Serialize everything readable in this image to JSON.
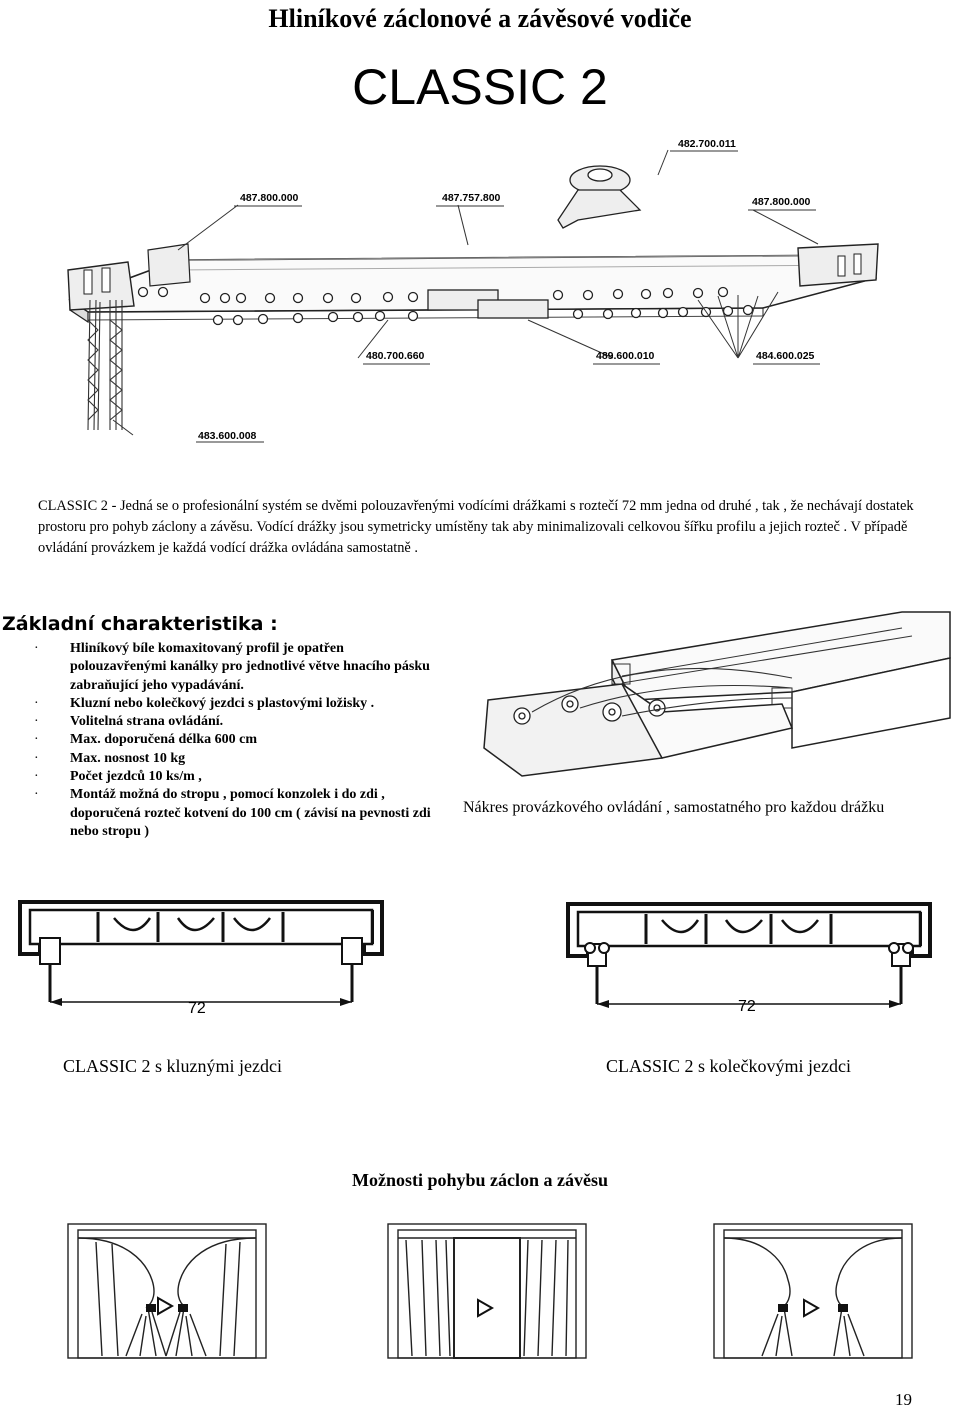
{
  "header": {
    "title": "Hliníkové záclonové a závěsové vodiče",
    "subtitle": "CLASSIC 2"
  },
  "assembly": {
    "part_numbers": [
      "482.700.011",
      "487.800.000",
      "487.757.800",
      "487.800.000",
      "480.700.660",
      "489.600.010",
      "484.600.025",
      "483.600.008"
    ]
  },
  "intro": {
    "text": "CLASSIC 2 - Jedná se o profesionální systém se dvěmi polouzavřenými vodícími drážkami s roztečí 72 mm jedna od druhé , tak , že nechávají dostatek prostoru pro pohyb záclony a závěsu. Vodící drážky jsou symetricky umístěny tak aby minimalizovali celkovou šířku profilu a jejich rozteč . V případě ovládání provázkem je každá vodící drážka ovládána samostatně ."
  },
  "specs": {
    "heading": "Základní charakteristika :",
    "items": [
      "Hliníkový bíle komaxitovaný profil je opatřen polouzavřenými kanálky pro jednotlivé větve hnacího pásku zabraňující jeho vypadávání.",
      "Kluzní nebo kolečkový jezdci s plastovými ložisky .",
      "Volitelná strana ovládání.",
      "Max. doporučená délka 600 cm",
      "Max. nosnost 10 kg",
      "Počet jezdců 10 ks/m ,",
      "Montáž možná do stropu , pomocí konzolek i do zdi , doporučená rozteč kotvení do 100 cm ( závisí na pevnosti zdi nebo stropu )"
    ]
  },
  "cord_drawing": {
    "caption": "Nákres provázkového ovládání , samostatného pro každou drážku"
  },
  "profiles": {
    "dimension": "72",
    "left_caption": "CLASSIC 2 s kluznými jezdci",
    "right_caption": "CLASSIC 2 s kolečkovými jezdci"
  },
  "movement": {
    "heading": "Možnosti pohybu záclon a závěsu"
  },
  "page": {
    "number": "19"
  }
}
